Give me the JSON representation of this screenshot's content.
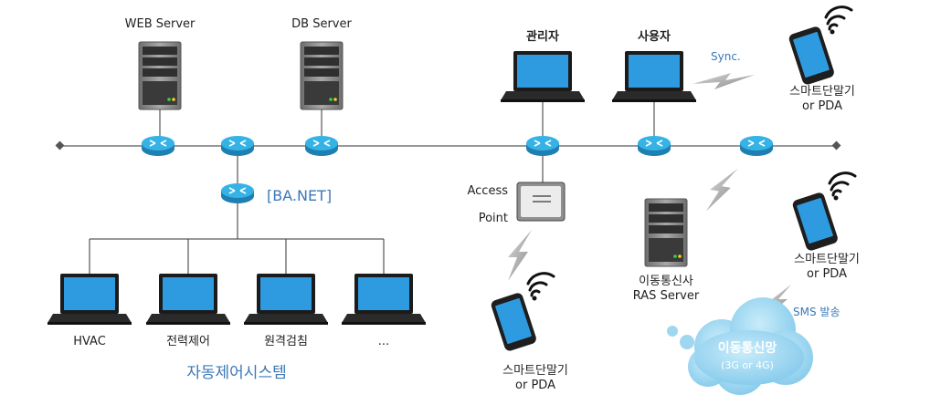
{
  "servers": {
    "web": "WEB Server",
    "db": "DB Server"
  },
  "laptops_top": {
    "admin": "관리자",
    "user": "사용자"
  },
  "sync_label": "Sync.",
  "phone_top": {
    "line1": "스마트단말기",
    "line2": "or PDA"
  },
  "ba_net": "[BA.NET]",
  "access_point": {
    "line1": "Access",
    "line2": "Point"
  },
  "phone_ap": {
    "line1": "스마트단말기",
    "line2": "or PDA"
  },
  "ras": {
    "line1": "이동통신사",
    "line2": "RAS Server"
  },
  "phone_right": {
    "line1": "스마트단말기",
    "line2": "or PDA"
  },
  "sms_label": "SMS 발송",
  "cloud": {
    "line1": "이동통신망",
    "line2": "(3G or 4G)"
  },
  "automation": {
    "items": [
      "HVAC",
      "전력제어",
      "원격검침",
      "..."
    ],
    "title": "자동제어시스템"
  },
  "colors": {
    "screen": "#2e9be0",
    "router": "#29a3dc",
    "server": "#8a8a8a",
    "cloud": "#8ed0ee",
    "accent_text": "#3b78b8"
  }
}
